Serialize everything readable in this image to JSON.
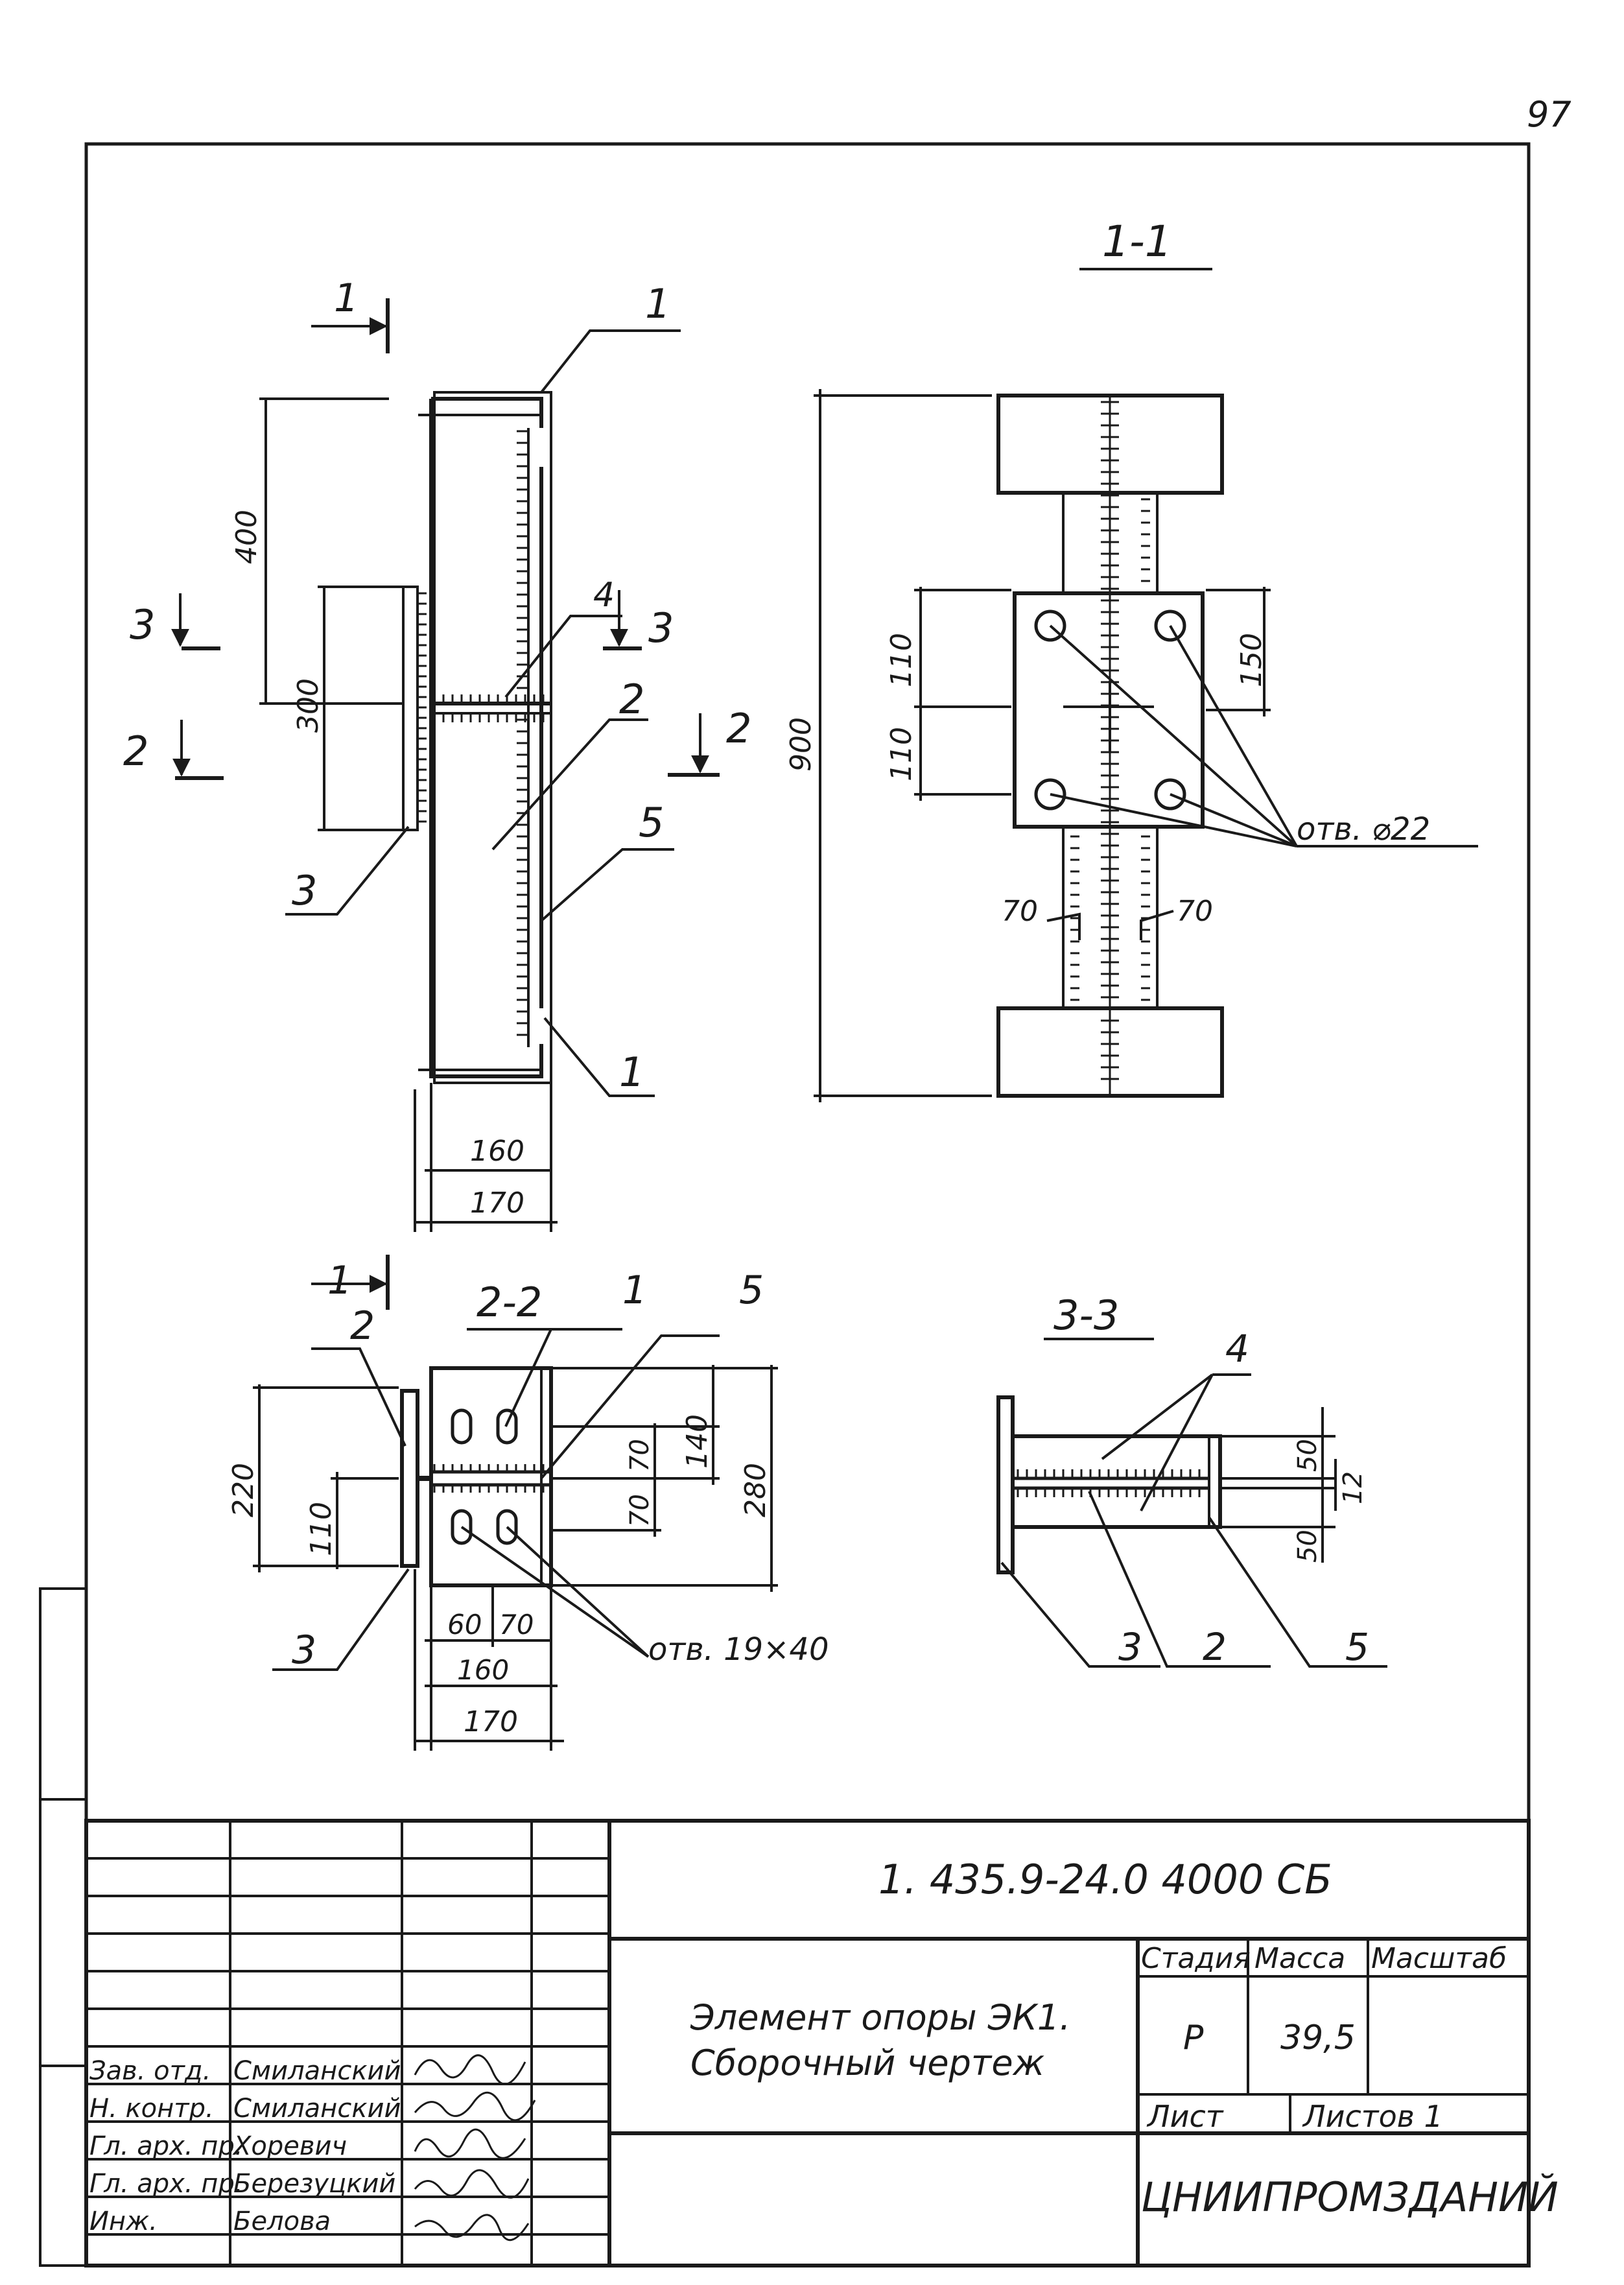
{
  "page_number": "97",
  "views": {
    "main": {
      "section_mark": "1",
      "dims": {
        "d400": "400",
        "d300": "300",
        "d160": "160",
        "d170": "170"
      },
      "cut_marks": {
        "c3": "3",
        "c2": "2"
      },
      "callouts": {
        "p1_top": "1",
        "p4": "4",
        "p2": "2",
        "p5": "5",
        "p3": "3",
        "p1_bottom": "1"
      }
    },
    "section_1_1": {
      "title": "1-1",
      "dims": {
        "d900": "900",
        "d110a": "110",
        "d110b": "110",
        "d150": "150",
        "d70a": "70",
        "d70b": "70"
      },
      "hole_note": "отв. ⌀22"
    },
    "section_2_2": {
      "title": "2-2",
      "section_mark": "1",
      "dims": {
        "d220": "220",
        "d110": "110",
        "d70a": "70",
        "d70b": "70",
        "d140": "140",
        "d280": "280",
        "d60": "60",
        "d70c": "70",
        "d160": "160",
        "d170": "170"
      },
      "callouts": {
        "p2": "2",
        "p1": "1",
        "p5": "5",
        "p3": "3"
      },
      "hole_note": "отв. 19×40"
    },
    "section_3_3": {
      "title": "3-3",
      "dims": {
        "d50a": "50",
        "d12": "12",
        "d50b": "50"
      },
      "callouts": {
        "p4": "4",
        "p3": "3",
        "p2": "2",
        "p5": "5"
      }
    }
  },
  "title_block": {
    "document_code": "1. 435.9-24.0 4000 СБ",
    "title_line1": "Элемент опоры ЭК1.",
    "title_line2": "Сборочный чертеж",
    "stage_label": "Стадия",
    "mass_label": "Масса",
    "scale_label": "Масштаб",
    "stage_value": "Р",
    "mass_value": "39,5",
    "sheet_label": "Лист",
    "sheets_label": "Листов 1",
    "organization": "ЦНИИПРОМЗДАНИЙ",
    "signatures": [
      {
        "role": "Зав. отд.",
        "name": "Смиланский"
      },
      {
        "role": "Н. контр.",
        "name": "Смиланский"
      },
      {
        "role": "Гл. арх. пр.",
        "name": "Хоревич"
      },
      {
        "role": "Гл. арх. пр.",
        "name": "Березуцкий"
      },
      {
        "role": "Инж.",
        "name": "Белова"
      }
    ]
  }
}
